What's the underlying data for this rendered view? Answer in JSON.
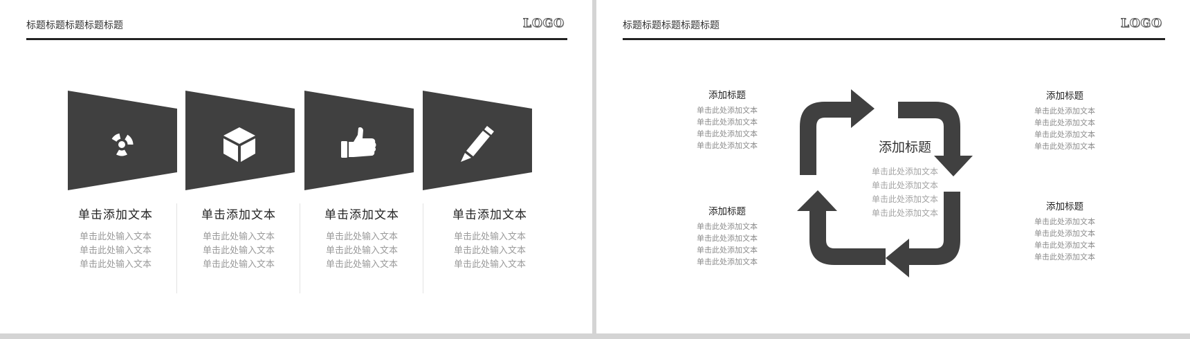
{
  "slide1": {
    "title": "标题标题标题标题标题",
    "logo": "LOGO",
    "items": [
      {
        "icon": "radiation-icon",
        "heading": "单击添加文本",
        "lines": [
          "单击此处输入文本",
          "单击此处输入文本",
          "单击此处输入文本"
        ]
      },
      {
        "icon": "cube-icon",
        "heading": "单击添加文本",
        "lines": [
          "单击此处输入文本",
          "单击此处输入文本",
          "单击此处输入文本"
        ]
      },
      {
        "icon": "thumbs-up-icon",
        "heading": "单击添加文本",
        "lines": [
          "单击此处输入文本",
          "单击此处输入文本",
          "单击此处输入文本"
        ]
      },
      {
        "icon": "pencil-icon",
        "heading": "单击添加文本",
        "lines": [
          "单击此处输入文本",
          "单击此处输入文本",
          "单击此处输入文本"
        ]
      }
    ]
  },
  "slide2": {
    "title": "标题标题标题标题标题",
    "logo": "LOGO",
    "center": {
      "heading": "添加标题",
      "lines": [
        "单击此处添加文本",
        "单击此处添加文本",
        "单击此处添加文本",
        "单击此处添加文本"
      ]
    },
    "blocks": [
      {
        "heading": "添加标题",
        "lines": [
          "单击此处添加文本",
          "单击此处添加文本",
          "单击此处添加文本",
          "单击此处添加文本"
        ]
      },
      {
        "heading": "添加标题",
        "lines": [
          "单击此处添加文本",
          "单击此处添加文本",
          "单击此处添加文本",
          "单击此处添加文本"
        ]
      },
      {
        "heading": "添加标题",
        "lines": [
          "单击此处添加文本",
          "单击此处添加文本",
          "单击此处添加文本",
          "单击此处添加文本"
        ]
      },
      {
        "heading": "添加标题",
        "lines": [
          "单击此处添加文本",
          "单击此处添加文本",
          "单击此处添加文本",
          "单击此处添加文本"
        ]
      }
    ]
  }
}
